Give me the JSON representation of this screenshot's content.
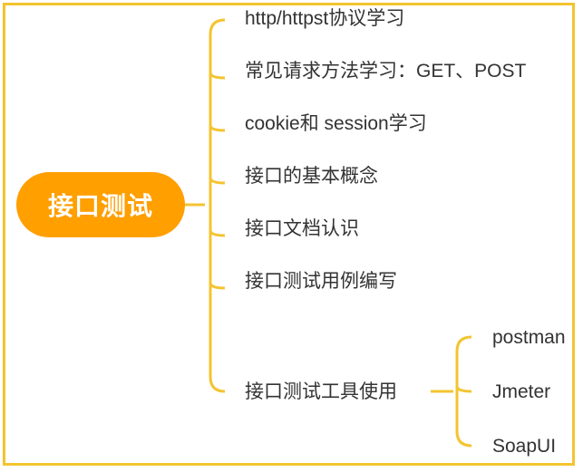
{
  "root": {
    "label": "接口测试"
  },
  "topics": [
    {
      "label": "http/httpst协议学习"
    },
    {
      "label": "常见请求方法学习：GET、POST"
    },
    {
      "label": "cookie和 session学习"
    },
    {
      "label": "接口的基本概念"
    },
    {
      "label": "接口文档认识"
    },
    {
      "label": "接口测试用例编写"
    },
    {
      "label": "接口测试工具使用"
    }
  ],
  "tools": [
    {
      "label": "postman"
    },
    {
      "label": "Jmeter"
    },
    {
      "label": "SoapUI"
    }
  ],
  "colors": {
    "frame": "#f4c430",
    "root_fill": "#ff9f00",
    "connector": "#f4c430",
    "text": "#333333"
  }
}
